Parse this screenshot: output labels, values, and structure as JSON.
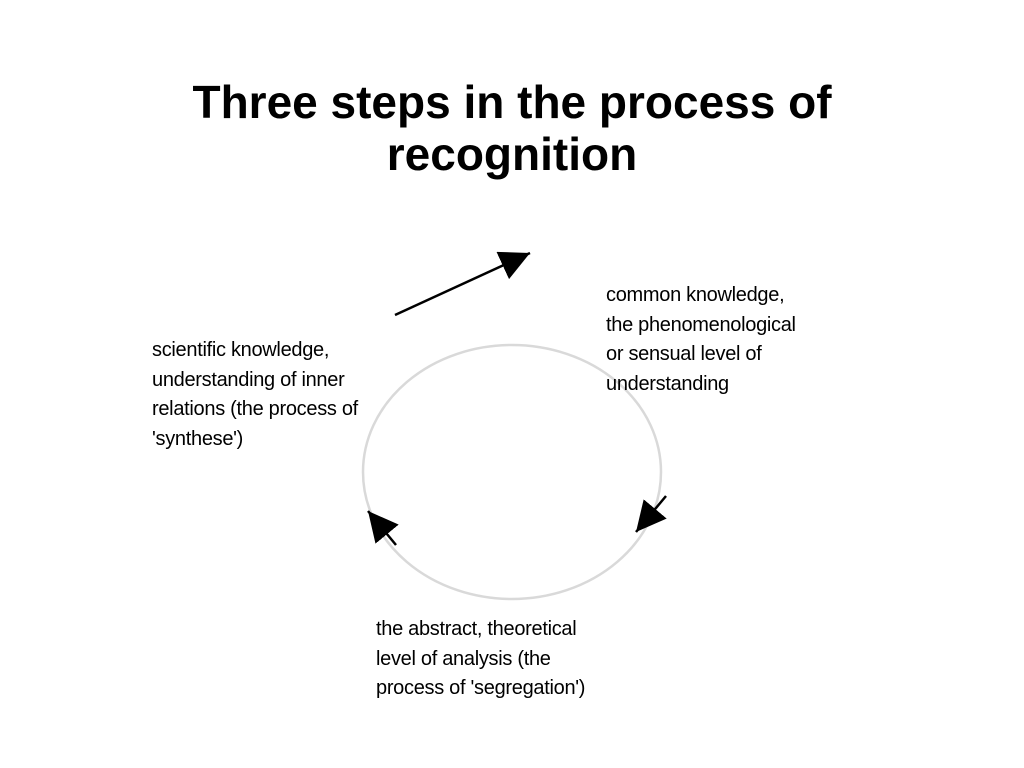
{
  "title": {
    "lines": [
      "Three steps in the process of",
      "recognition"
    ]
  },
  "steps": {
    "scientific": {
      "lines": [
        "scientific knowledge,",
        "understanding of inner",
        "relations (the process of",
        "'synthese')"
      ]
    },
    "common": {
      "lines": [
        "common knowledge,",
        "the phenomenological",
        "or sensual level of",
        "understanding"
      ]
    },
    "abstract": {
      "lines": [
        "the abstract, theoretical",
        "level of analysis (the",
        "process of 'segregation')"
      ]
    }
  },
  "colors": {
    "cycle_stroke": "#d9d9d9",
    "arrow": "#000000",
    "text": "#000000",
    "background": "#ffffff"
  }
}
